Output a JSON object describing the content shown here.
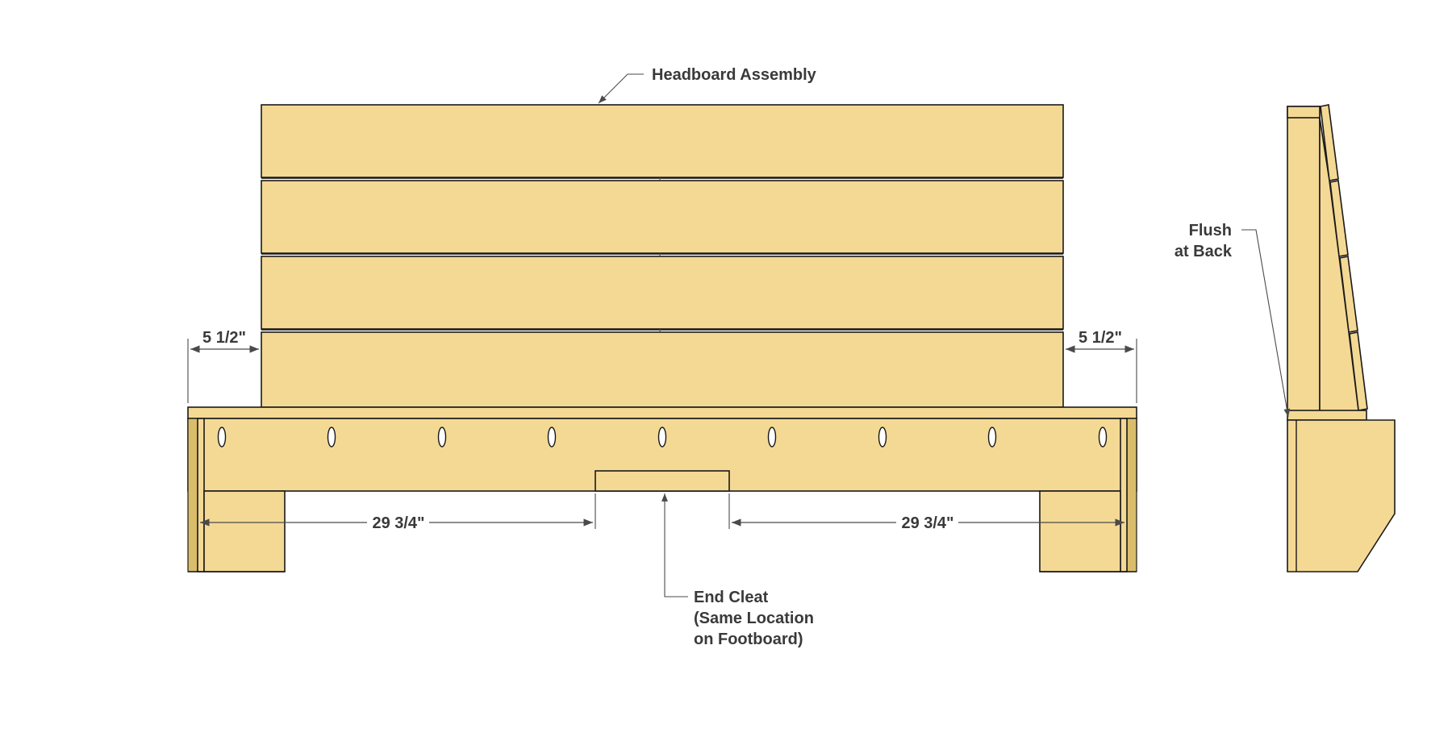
{
  "labels": {
    "headboard_assembly": "Headboard Assembly",
    "dim_left": "5 1/2\"",
    "dim_right": "5 1/2\"",
    "dim_span_left": "29 3/4\"",
    "dim_span_right": "29 3/4\"",
    "end_cleat_line1": "End Cleat",
    "end_cleat_line2": "(Same Location",
    "end_cleat_line3": "on Footboard)",
    "flush_line1": "Flush",
    "flush_line2": "at Back"
  },
  "colors": {
    "wood": "#f4d994",
    "wood_shadow": "#d9bd6a",
    "outline": "#1a1a1a",
    "dimension": "#4a4a4a",
    "text": "#3a3a3a"
  },
  "pocket_hole_count": 9,
  "headboard_board_count": 4
}
